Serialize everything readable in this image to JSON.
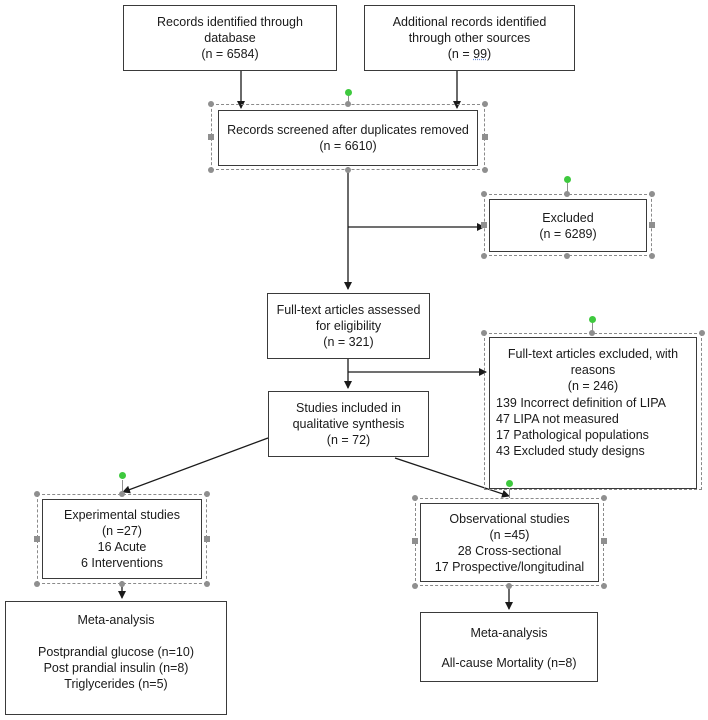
{
  "identified": {
    "line1": "Records identified through",
    "line2": "database",
    "line3": "(n = 6584)"
  },
  "additional": {
    "line1": "Additional records identified",
    "line2": "through other sources",
    "line3_prefix": "(n = ",
    "line3_value": "99",
    "line3_suffix": ")"
  },
  "screened": {
    "line1": "Records screened after duplicates removed",
    "line2": "(n = 6610)"
  },
  "excluded": {
    "line1": "Excluded",
    "line2": "(n = 6289)"
  },
  "fulltext": {
    "line1": "Full-text articles assessed",
    "line2": "for eligibility",
    "line3": "(n = 321)"
  },
  "fulltext_excluded": {
    "line1": "Full-text articles excluded, with",
    "line2": "reasons",
    "line3": "(n = 246)",
    "reasons": [
      "139 Incorrect definition of LIPA",
      "47 LIPA not measured",
      "17 Pathological populations",
      "43 Excluded study designs"
    ]
  },
  "included": {
    "line1": "Studies included in",
    "line2": "qualitative synthesis",
    "line3": "(n = 72)"
  },
  "experimental": {
    "line1": "Experimental studies",
    "line2": "(n =27)",
    "line3": "16 Acute",
    "line4": "6 Interventions"
  },
  "observational": {
    "line1": "Observational studies",
    "line2": "(n =45)",
    "line3": "28 Cross-sectional",
    "line4": "17 Prospective/longitudinal"
  },
  "meta_experimental": {
    "title": "Meta-analysis",
    "items": [
      "Postprandial glucose (n=10)",
      "Post prandial insulin (n=8)",
      "Triglycerides (n=5)"
    ]
  },
  "meta_observational": {
    "title": "Meta-analysis",
    "items": [
      "All-cause Mortality (n=8)"
    ]
  },
  "colors": {
    "border": "#3a3a3a",
    "handle": "#8f8f8f",
    "rotate_handle": "#3ec93e"
  }
}
